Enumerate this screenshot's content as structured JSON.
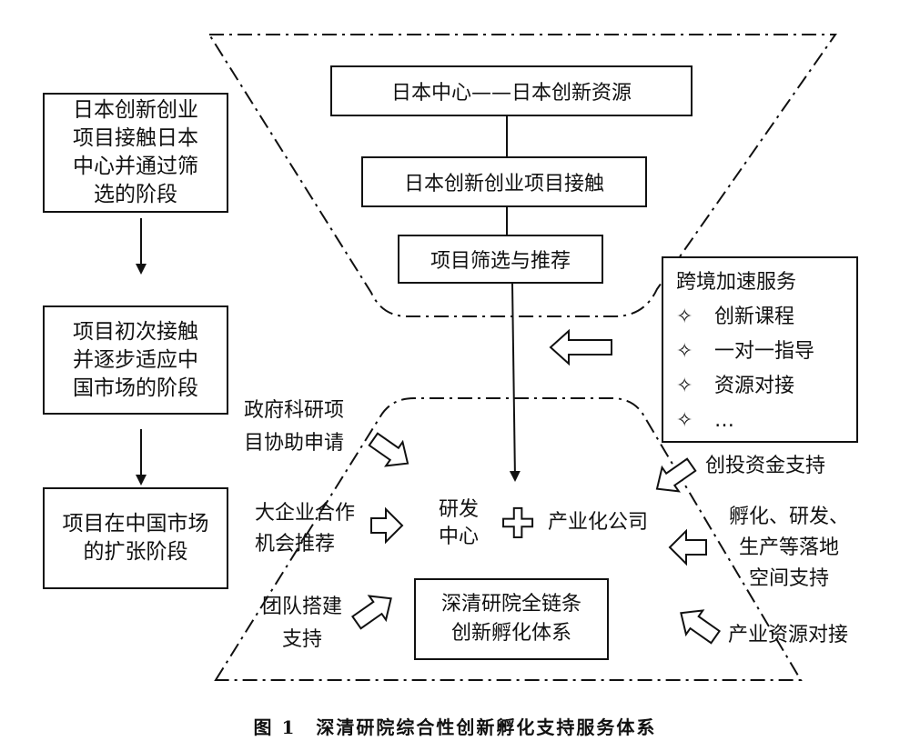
{
  "top_funnel": {
    "box1": "日本中心——日本创新资源",
    "box2": "日本创新创业项目接触",
    "box3": "项目筛选与推荐"
  },
  "stages": [
    "日本创新创业\n项目接触日本\n中心并通过筛\n选的阶段",
    "项目初次接触\n并逐步适应中\n国市场的阶段",
    "项目在中国市场\n的扩张阶段"
  ],
  "service_box": {
    "title": "跨境加速服务",
    "items": [
      "创新课程",
      "一对一指导",
      "资源对接",
      "…"
    ]
  },
  "bottom_funnel": {
    "rd_center": "研发\n中心",
    "plus_symbol": "✚",
    "company": "产业化公司",
    "system": "深清研院全链条\n创新孵化体系"
  },
  "left_inputs": {
    "gov": "政府科研项\n目协助申请",
    "enterprise": "大企业合作\n机会推荐",
    "team": "团队搭建\n支持"
  },
  "right_inputs": {
    "vc": "创投资金支持",
    "space": "孵化、研发、\n生产等落地\n空间支持",
    "industry": "产业资源对接"
  },
  "icons": {
    "star": "✧",
    "arrow_style": "hollow-block-arrow"
  },
  "caption": "图 1　深清研院综合性创新孵化支持服务体系"
}
